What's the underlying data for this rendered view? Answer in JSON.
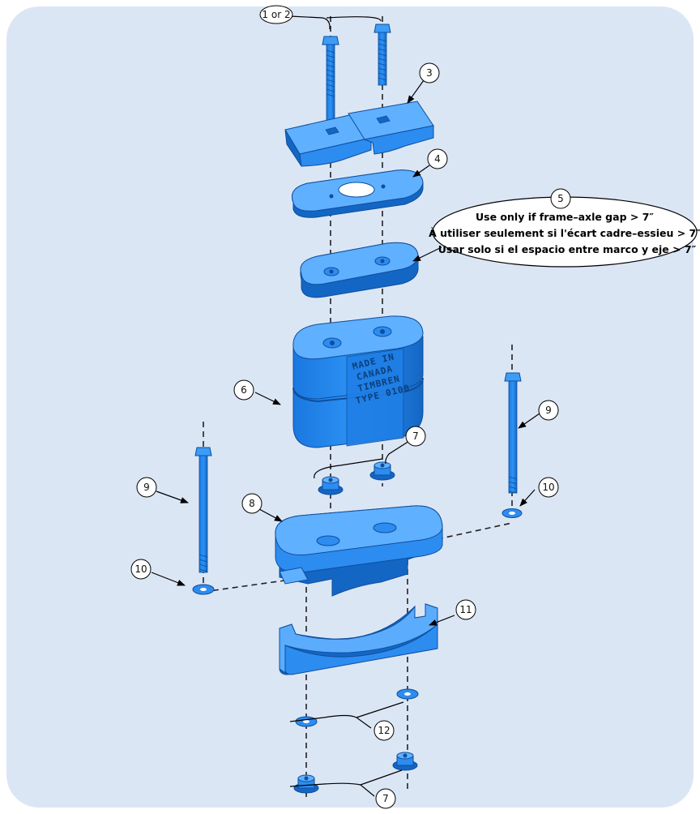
{
  "background_color": "#dbe6f5",
  "part_color": "#1e88ee",
  "part_dark": "#1466c4",
  "part_light": "#5fb0ff",
  "callouts": {
    "bolts": "1 or 2",
    "top_clamp": "3",
    "spacer_plate": "4",
    "optional_spacer": "5",
    "timbren_spring": "6",
    "nut_upper": "7",
    "base_plate": "8",
    "u_bolt_right": "9",
    "washer_right": "10",
    "u_bolt_left": "9",
    "washer_left": "10",
    "axle_bracket": "11",
    "lower_washer": "12",
    "nut_lower": "7"
  },
  "note": {
    "line_en": "Use only if frame–axle gap > 7″",
    "line_fr": "À utiliser seulement si l'écart cadre–essieu > 7″",
    "line_es": "Usar solo si el espacio entre marco y eje > 7″"
  },
  "stamp": {
    "line1": "MADE IN",
    "line2": "CANADA",
    "line3": "TIMBREN",
    "line4": "TYPE 0100"
  }
}
